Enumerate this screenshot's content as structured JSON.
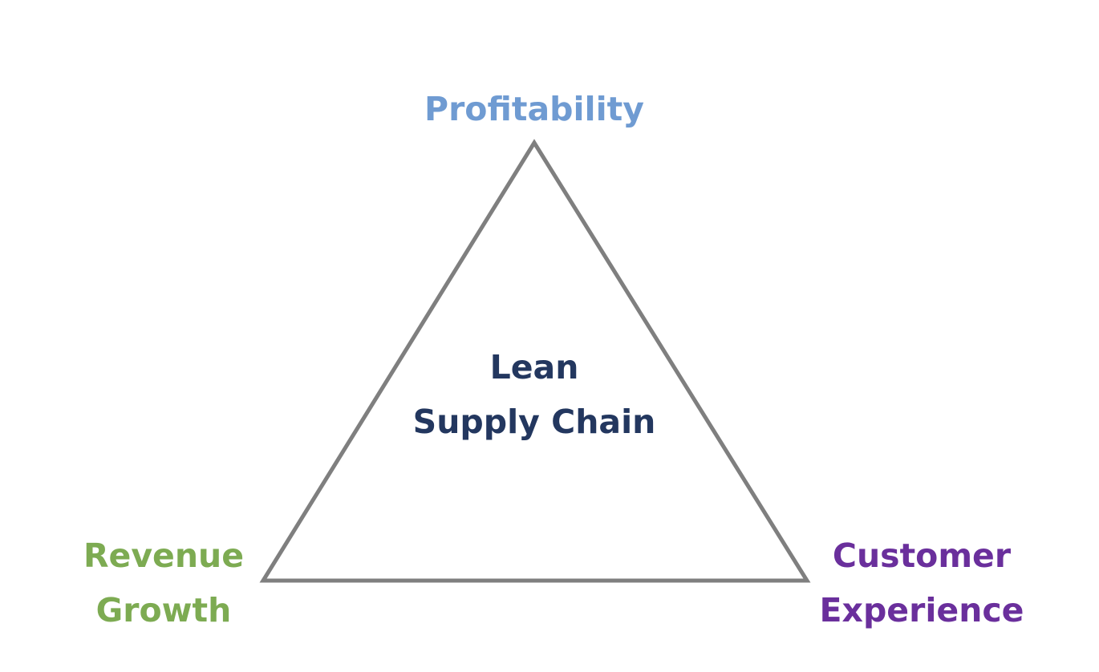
{
  "diagram": {
    "top_vertex": {
      "text": "Profitability",
      "color": "#6f9bd2"
    },
    "center": {
      "lines": [
        "Lean",
        "Supply Chain"
      ],
      "color": "#23375f"
    },
    "bottom_left_vertex": {
      "lines": [
        "Revenue",
        "Growth"
      ],
      "color": "#7dab52"
    },
    "bottom_right_vertex": {
      "lines": [
        "Customer",
        "Experience"
      ],
      "color": "#6a2f9c"
    },
    "triangle_stroke_color": "#7f7f7f"
  }
}
